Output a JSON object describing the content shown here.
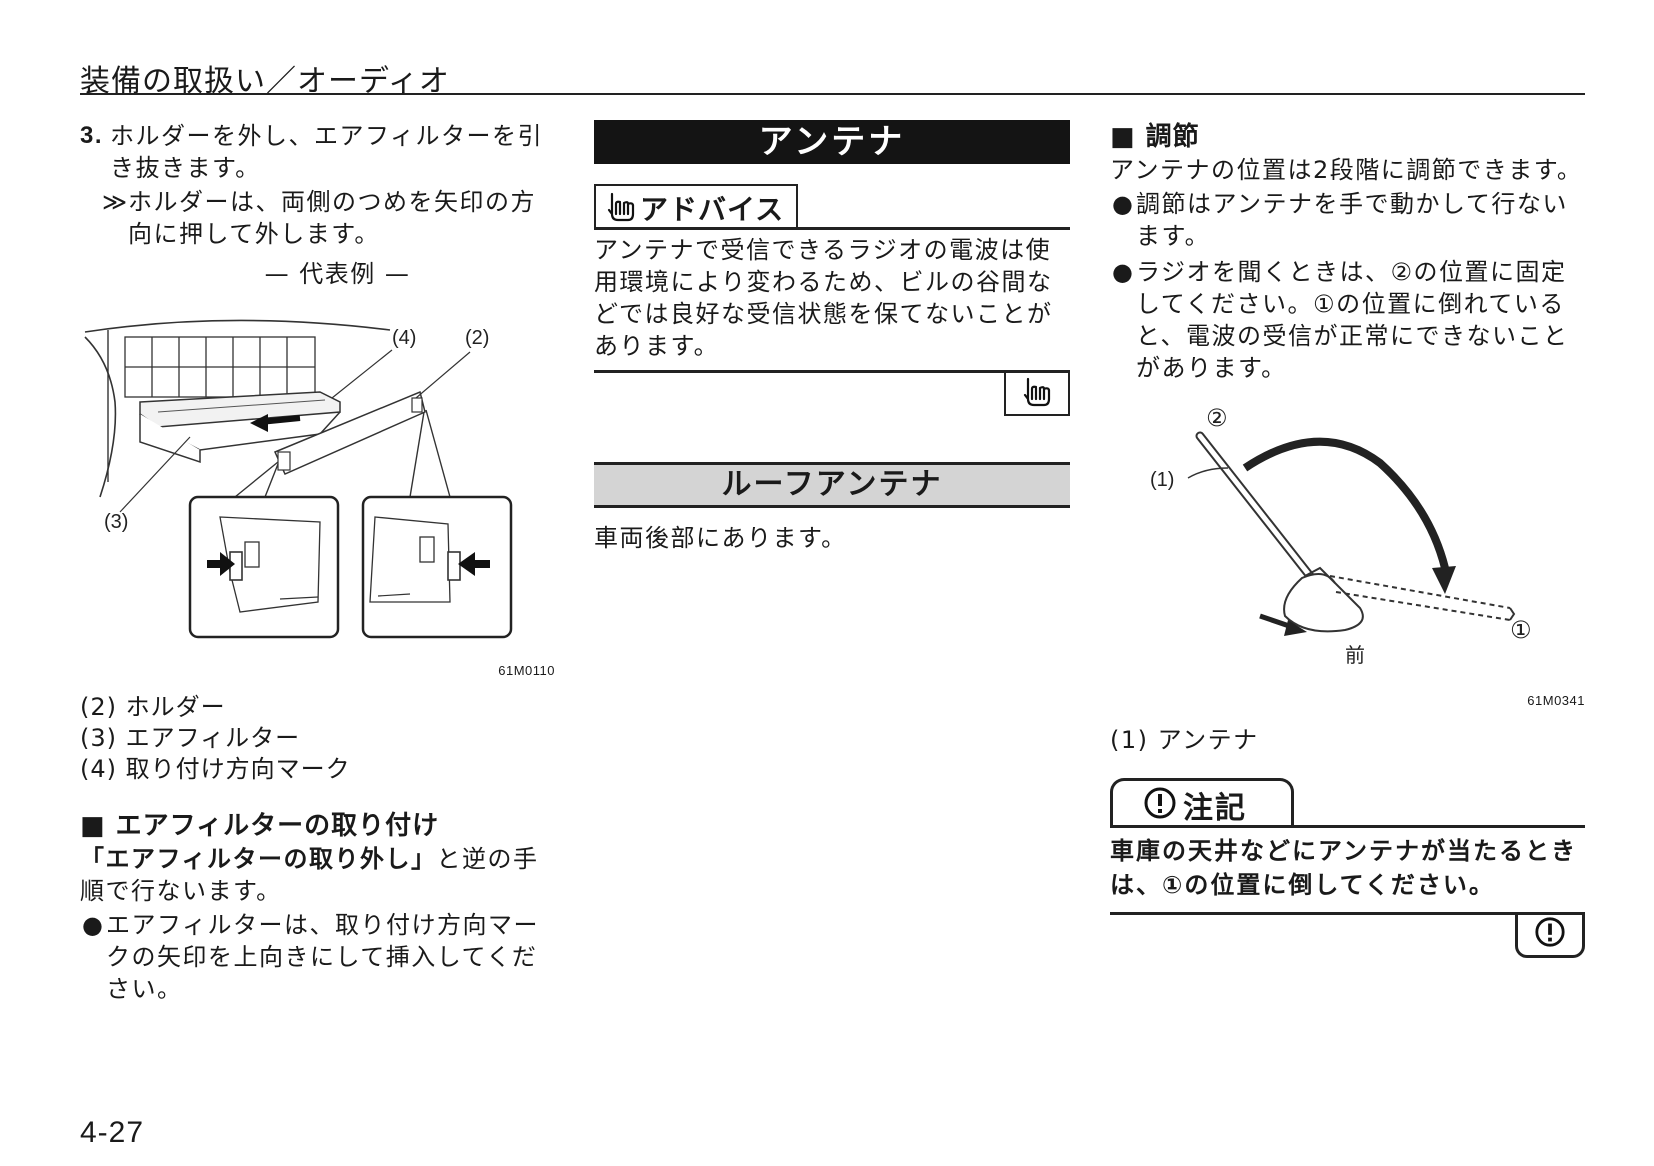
{
  "header": {
    "title": "装備の取扱い／オーディオ"
  },
  "col1": {
    "step_number": "3.",
    "step_text": "ホルダーを外し、エアフィルターを引き抜きます。",
    "subnote_mark": "≫",
    "subnote_text": "ホルダーは、両側のつめを矢印の方向に押して外します。",
    "representative": "— 代表例 —",
    "figure": {
      "labels": {
        "label4": "(4)",
        "label2": "(2)",
        "label3": "(3)"
      },
      "code": "61M0110"
    },
    "legend": [
      "(2) ホルダー",
      "(3) エアフィルター",
      "(4) 取り付け方向マーク"
    ],
    "install_heading": "■ エアフィルターの取り付け",
    "install_ref_bold": "「エアフィルターの取り外し」",
    "install_ref_rest": "と逆の手順で行ないます。",
    "bullet_mark": "●",
    "install_bullet": "エアフィルターは、取り付け方向マークの矢印を上向きにして挿入してください。"
  },
  "col2": {
    "antenna_title": "アンテナ",
    "advice_label": "アドバイス",
    "advice_text": "アンテナで受信できるラジオの電波は使用環境により変わるため、ビルの谷間などでは良好な受信状態を保てないことがあります。",
    "roof_title": "ルーフアンテナ",
    "roof_text": "車両後部にあります。"
  },
  "col3": {
    "adjust_heading": "■ 調節",
    "adjust_text": "アンテナの位置は2段階に調節できます。",
    "bullet_mark": "●",
    "bullet1": "調節はアンテナを手で動かして行ないます。",
    "bullet2": "ラジオを聞くときは、②の位置に固定してください。①の位置に倒れていると、電波の受信が正常にできないことがあります。",
    "figure": {
      "pos2": "②",
      "pos1": "①",
      "label1": "(1)",
      "front": "前",
      "code": "61M0341"
    },
    "legend": "(1) アンテナ",
    "note_label": "注記",
    "note_text": "車庫の天井などにアンテナが当たるときは、①の位置に倒してください。"
  },
  "page_number": "4-27"
}
